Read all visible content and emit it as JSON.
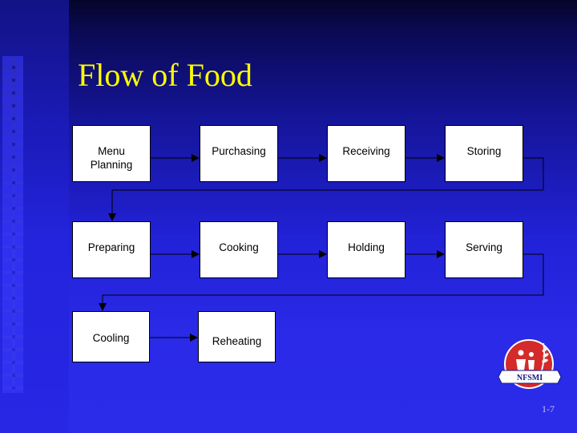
{
  "slide": {
    "title": "Flow of Food",
    "page_number": "1-7",
    "logo_text": "NFSMI",
    "background_color": "#2a2ae8",
    "title_color": "#ffff00"
  },
  "flow": {
    "steps": [
      {
        "label": "Menu\nPlanning"
      },
      {
        "label": "Purchasing"
      },
      {
        "label": "Receiving"
      },
      {
        "label": "Storing"
      },
      {
        "label": "Preparing"
      },
      {
        "label": "Cooking"
      },
      {
        "label": "Holding"
      },
      {
        "label": "Serving"
      },
      {
        "label": "Cooling"
      },
      {
        "label": "Reheating"
      }
    ]
  }
}
